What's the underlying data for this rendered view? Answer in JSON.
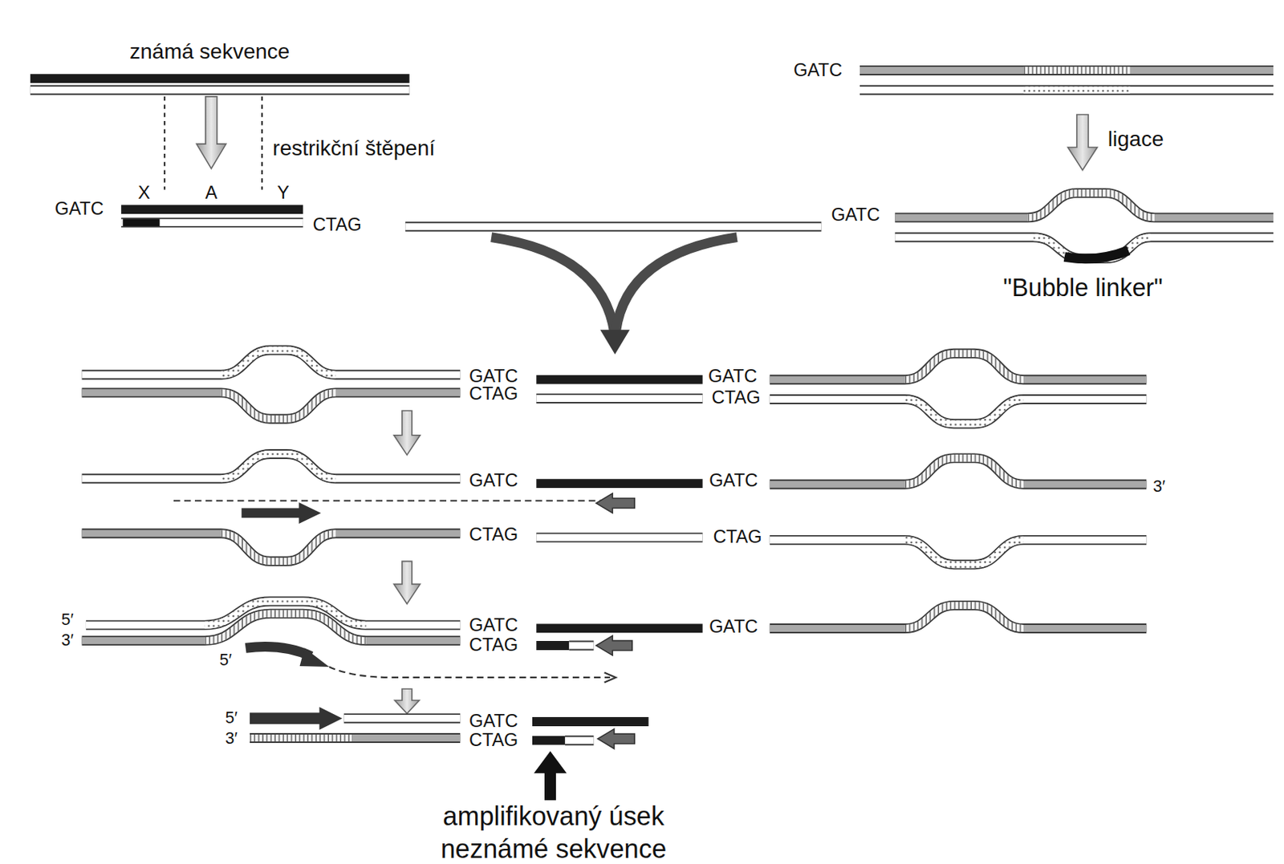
{
  "diagram": {
    "labels": [
      "známá sekvence",
      "restrikční štěpení",
      "X",
      "A",
      "Y",
      "GATC",
      "CTAG",
      "GATC",
      "ligace",
      "GATC",
      "\"Bubble linker\"",
      "GATC",
      "CTAG",
      "GATC",
      "CTAG",
      "GATC",
      "GATC",
      "3′",
      "CTAG",
      "CTAG",
      "5′",
      "3′",
      "GATC",
      "CTAG",
      "GATC",
      "5′",
      "5′",
      "3′",
      "GATC",
      "CTAG",
      "amplifikovaný úsek neznámé sekvence"
    ]
  }
}
